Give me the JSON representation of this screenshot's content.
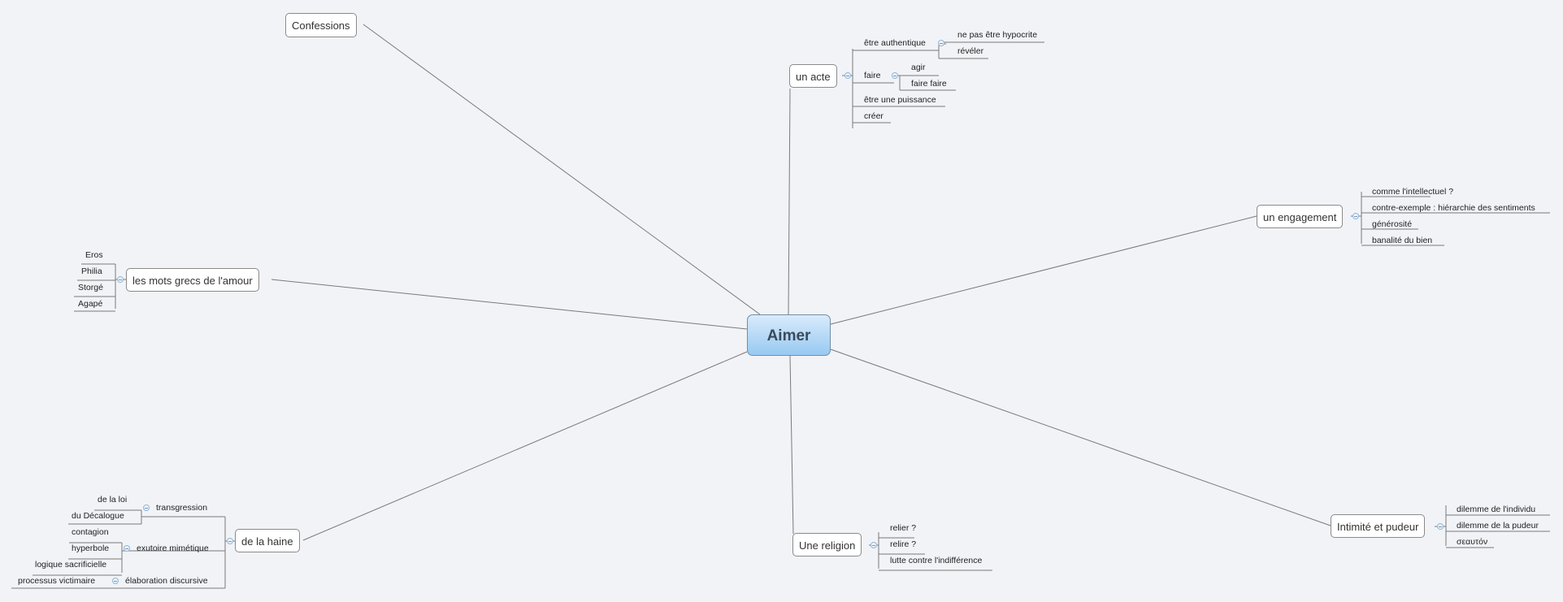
{
  "central": "Aimer",
  "branches": {
    "confessions": "Confessions",
    "un_acte": {
      "label": "un acte",
      "etre_authentique": "être authentique",
      "ne_pas_etre_hypocrite": "ne pas être hypocrite",
      "reveler": "révéler",
      "faire": "faire",
      "agir": "agir",
      "faire_faire": "faire faire",
      "etre_une_puissance": "être une puissance",
      "creer": "créer"
    },
    "un_engagement": {
      "label": "un engagement",
      "items": [
        "comme l'intellectuel ?",
        "contre-exemple : hiérarchie des sentiments",
        "générosité",
        "banalité du bien"
      ]
    },
    "mots_grecs": {
      "label": "les mots grecs de l'amour",
      "items": [
        "Eros",
        "Philia",
        "Storgé",
        "Agapé"
      ]
    },
    "intimite": {
      "label": "Intimité et pudeur",
      "items": [
        "dilemme de l'individu",
        "dilemme de la pudeur",
        "σεαυτόν"
      ]
    },
    "religion": {
      "label": "Une religion",
      "items": [
        "relier ?",
        "relire ?",
        "lutte contre l'indifférence"
      ]
    },
    "haine": {
      "label": "de la haine",
      "transgression": "transgression",
      "de_la_loi": "de la loi",
      "du_decalogue": "du Décalogue",
      "exutoire": "exutoire mimétique",
      "contagion": "contagion",
      "hyperbole": "hyperbole",
      "logique": "logique sacrificielle",
      "elaboration": "élaboration discursive",
      "processus": "processus victimaire"
    }
  },
  "colors": {
    "line": "#7a7a7a",
    "central_top": "#d9ebfb",
    "central_bottom": "#97c9f2",
    "collapse": "#8fb6d9"
  }
}
